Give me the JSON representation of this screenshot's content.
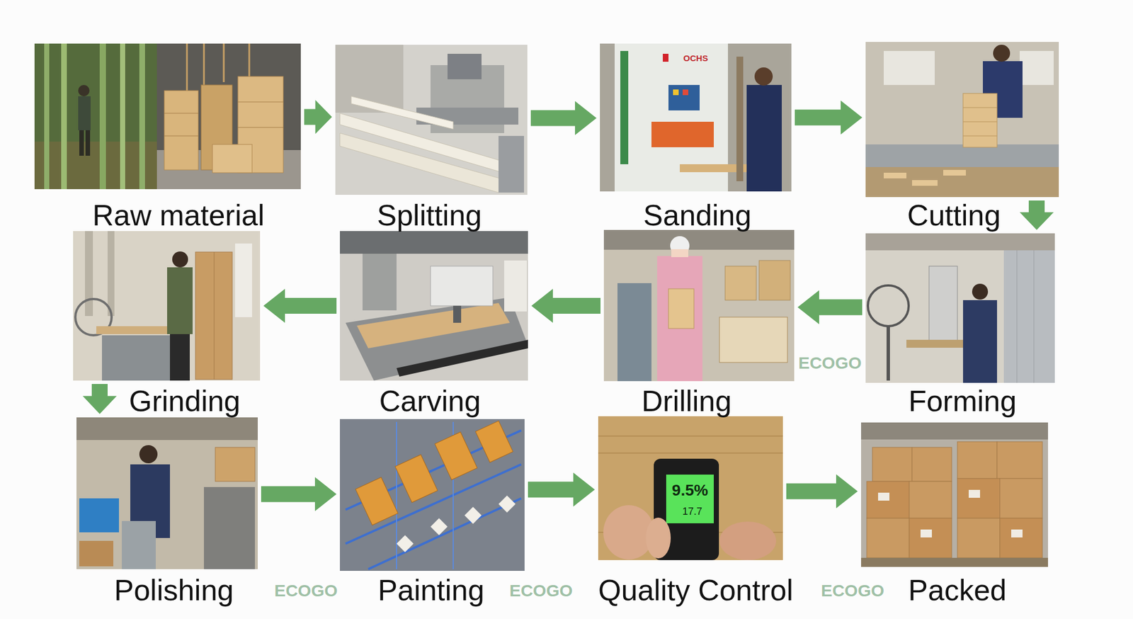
{
  "diagram": {
    "nodes": [
      {
        "text": [
          "Raw material"
        ]
      },
      {
        "text": [
          "Splitting"
        ]
      },
      {
        "text": [
          "Sanding"
        ]
      },
      {
        "text": [
          "Cutting"
        ]
      },
      {
        "text": [
          "Forming"
        ]
      },
      {
        "text": [
          "Drilling"
        ]
      },
      {
        "text": [
          "Carving"
        ]
      },
      {
        "text": [
          "Grinding"
        ]
      },
      {
        "text": [
          "Polishing"
        ]
      },
      {
        "text": [
          "Painting"
        ]
      },
      {
        "text": [
          "Quality Control"
        ]
      },
      {
        "text": [
          "Packed"
        ]
      }
    ],
    "edges": [
      {
        "from": 0,
        "to": 1,
        "arrow": "to"
      },
      {
        "from": 1,
        "to": 2,
        "arrow": "to"
      },
      {
        "from": 2,
        "to": 3,
        "arrow": "to"
      },
      {
        "from": 3,
        "to": 4,
        "arrow": "to"
      },
      {
        "from": 4,
        "to": 5,
        "arrow": "to"
      },
      {
        "from": 5,
        "to": 6,
        "arrow": "to"
      },
      {
        "from": 6,
        "to": 7,
        "arrow": "to"
      },
      {
        "from": 7,
        "to": 8,
        "arrow": "to"
      },
      {
        "from": 8,
        "to": 9,
        "arrow": "to"
      },
      {
        "from": 9,
        "to": 10,
        "arrow": "to"
      },
      {
        "from": 10,
        "to": 11,
        "arrow": "to"
      }
    ],
    "labels": [
      "OCHS",
      "9.5%",
      "17.7",
      "ECOGO",
      "ECOGO",
      "ECOGO",
      "ECOGO"
    ]
  }
}
